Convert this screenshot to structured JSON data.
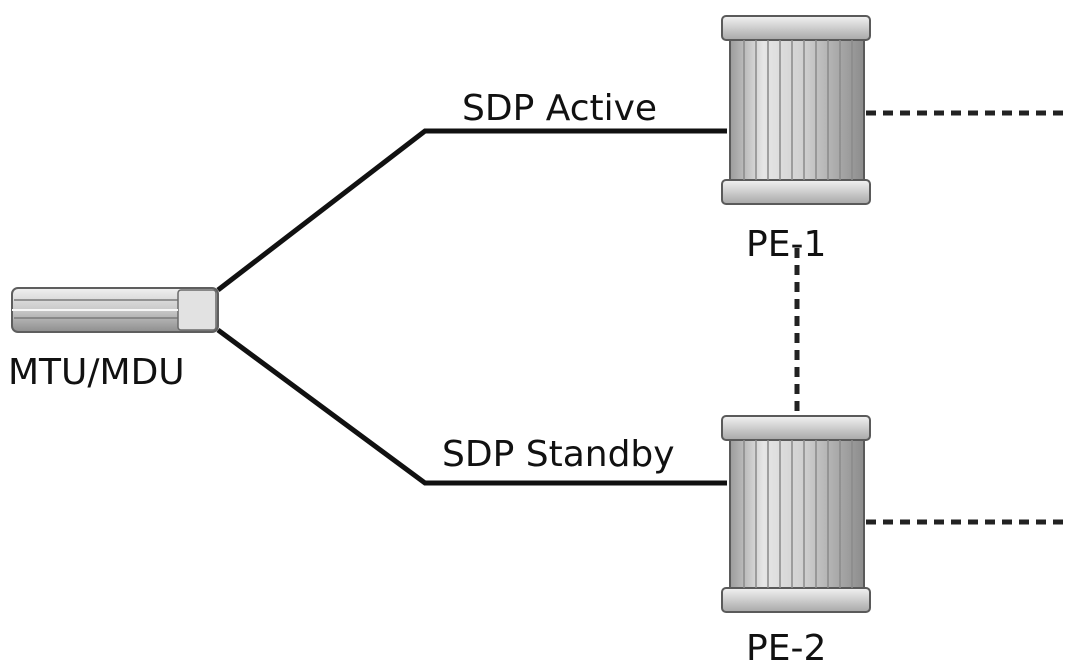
{
  "nodes": {
    "mtu": {
      "label": "MTU/MDU"
    },
    "pe1": {
      "label": "PE-1"
    },
    "pe2": {
      "label": "PE-2"
    }
  },
  "links": {
    "active": {
      "label": "SDP Active"
    },
    "standby": {
      "label": "SDP Standby"
    }
  },
  "colors": {
    "line": "#111111",
    "device_body": "#cfcfcf",
    "device_dark": "#8f8f8f",
    "device_light": "#ececec"
  }
}
